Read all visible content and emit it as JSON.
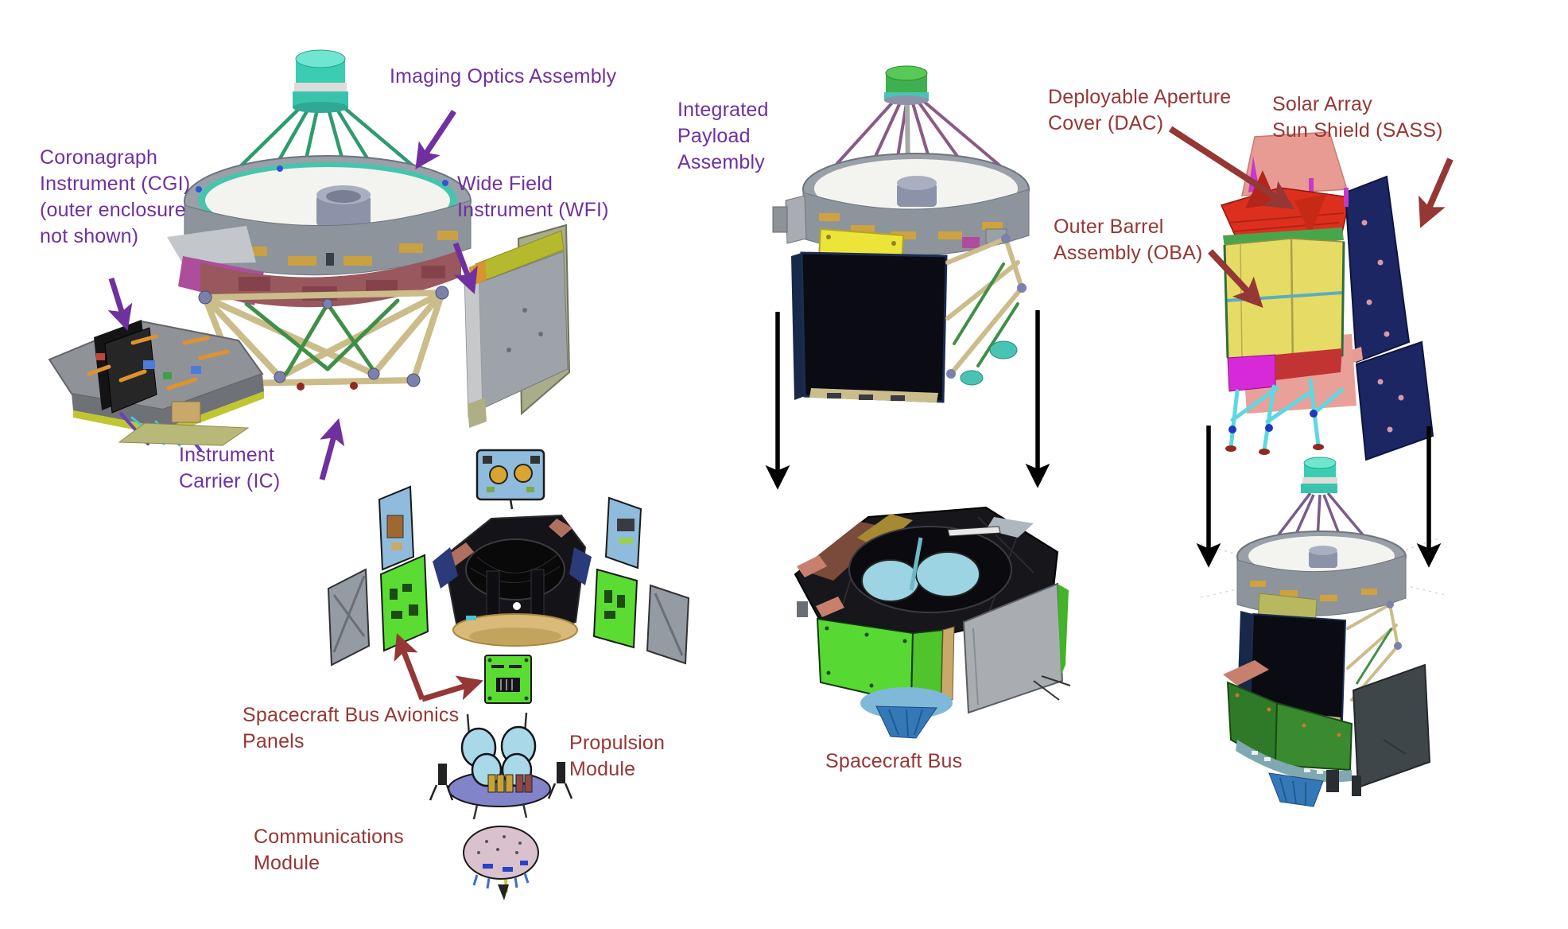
{
  "colors": {
    "purple_label": "#7030A0",
    "dark_red_label": "#953735",
    "black_arrow": "#000000",
    "background": "#ffffff"
  },
  "labels": {
    "imaging_optics_assembly": "Imaging Optics Assembly",
    "coronagraph_instrument": "Coronagraph\nInstrument (CGI)\n(outer enclosure\nnot shown)",
    "wide_field_instrument": "Wide Field\nInstrument (WFI)",
    "instrument_carrier": "Instrument\nCarrier (IC)",
    "integrated_payload_assembly": "Integrated\nPayload\nAssembly",
    "deployable_aperture_cover": "Deployable Aperture\nCover (DAC)",
    "solar_array_sun_shield": "Solar Array\nSun Shield (SASS)",
    "outer_barrel_assembly": "Outer Barrel\nAssembly (OBA)",
    "spacecraft_bus_avionics_panels": "Spacecraft Bus Avionics\nPanels",
    "propulsion_module": "Propulsion\nModule",
    "communications_module": "Communications\nModule",
    "spacecraft_bus": "Spacecraft Bus"
  },
  "arrows": [
    {
      "name": "imaging-optics-assembly-arrow",
      "color": "#7030A0",
      "direction": "down-left"
    },
    {
      "name": "coronagraph-arrow",
      "color": "#7030A0",
      "direction": "down-right"
    },
    {
      "name": "wide-field-instrument-arrow",
      "color": "#7030A0",
      "direction": "down-right"
    },
    {
      "name": "instrument-carrier-arrow",
      "color": "#7030A0",
      "direction": "up-right"
    },
    {
      "name": "deployable-aperture-cover-arrow",
      "color": "#953735",
      "direction": "down-right"
    },
    {
      "name": "solar-array-sun-shield-arrow",
      "color": "#953735",
      "direction": "down-left"
    },
    {
      "name": "outer-barrel-assembly-arrow",
      "color": "#953735",
      "direction": "down-right"
    },
    {
      "name": "avionics-panels-arrow",
      "color": "#953735",
      "direction": "forked-up"
    },
    {
      "name": "payload-to-bus-arrow-left",
      "color": "#000000",
      "direction": "down"
    },
    {
      "name": "payload-to-bus-arrow-right",
      "color": "#000000",
      "direction": "down"
    },
    {
      "name": "to-observatory-arrow-left",
      "color": "#000000",
      "direction": "down"
    },
    {
      "name": "to-observatory-arrow-right",
      "color": "#000000",
      "direction": "down"
    }
  ],
  "illustrations": [
    {
      "name": "imaging-optics-assembly-render",
      "desc": "telescope with teal secondary tower, green truss, mirror ring and tan base truss"
    },
    {
      "name": "coronagraph-instrument-render",
      "desc": "gray wedge optical bench with black panels"
    },
    {
      "name": "wide-field-instrument-render",
      "desc": "tall gray/olive panel instrument"
    },
    {
      "name": "integrated-payload-assembly-render",
      "desc": "telescope with purple truss, yellow panel and black radiator"
    },
    {
      "name": "exploded-spacecraft-bus-render",
      "desc": "dark hexagonal bus surrounded by avionics panels"
    },
    {
      "name": "propulsion-module-render",
      "desc": "four light-blue tanks on purple base"
    },
    {
      "name": "communications-module-render",
      "desc": "pink oval deck"
    },
    {
      "name": "spacecraft-bus-render",
      "desc": "hexagonal bus with green panels, gray door and blue skirt"
    },
    {
      "name": "outer-barrel-assembly-render",
      "desc": "yellow barrel with red aperture cover, cyan legs and navy solar arrays"
    },
    {
      "name": "assembled-observatory-render",
      "desc": "fully integrated observatory"
    }
  ]
}
